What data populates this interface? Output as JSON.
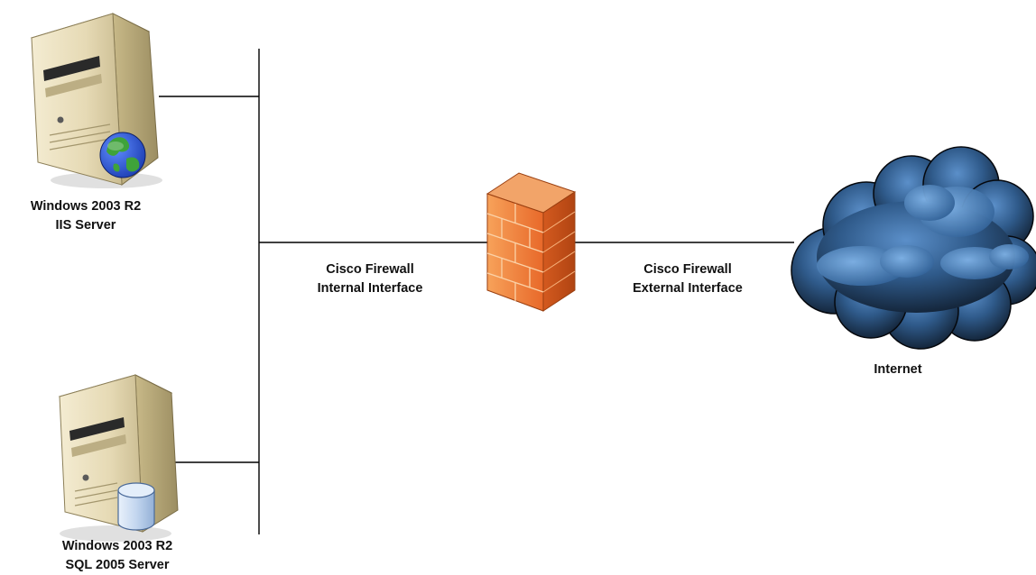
{
  "nodes": {
    "iis_server": {
      "line1": "Windows 2003 R2",
      "line2": "IIS Server",
      "icon": "web-server-icon"
    },
    "sql_server": {
      "line1": "Windows 2003 R2",
      "line2": "SQL 2005 Server",
      "icon": "database-server-icon"
    },
    "firewall": {
      "icon": "firewall-icon"
    },
    "internet": {
      "label": "Internet",
      "icon": "cloud-icon"
    }
  },
  "links": {
    "internal": {
      "line1": "Cisco Firewall",
      "line2": "Internal Interface"
    },
    "external": {
      "line1": "Cisco Firewall",
      "line2": "External Interface"
    }
  },
  "colors": {
    "line": "#000000",
    "tower_body": "#e6d9b4",
    "firewall_brick": "#f07a2e",
    "cloud": "#3f78b5",
    "globe_land": "#3fa33a",
    "globe_water": "#1f4fbf",
    "database": "#c9daf0"
  }
}
